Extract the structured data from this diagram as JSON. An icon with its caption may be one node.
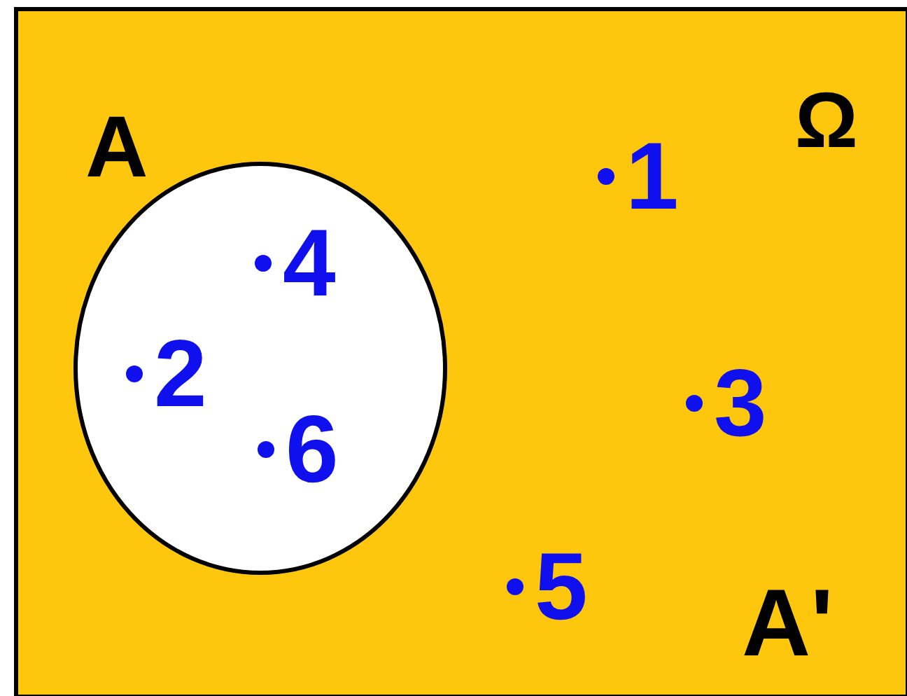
{
  "diagram": {
    "nodes": [
      {
        "text": [
          "Ω",
          "A'"
        ]
      },
      {
        "text": [
          "A"
        ],
        "in": 0
      },
      {
        "text": [
          "4"
        ],
        "in": 1
      },
      {
        "text": [
          "2"
        ],
        "in": 1
      },
      {
        "text": [
          "6"
        ],
        "in": 1
      },
      {
        "text": [
          "1"
        ],
        "in": 0
      },
      {
        "text": [
          "3"
        ],
        "in": 0
      },
      {
        "text": [
          "5"
        ],
        "in": 0
      }
    ]
  }
}
